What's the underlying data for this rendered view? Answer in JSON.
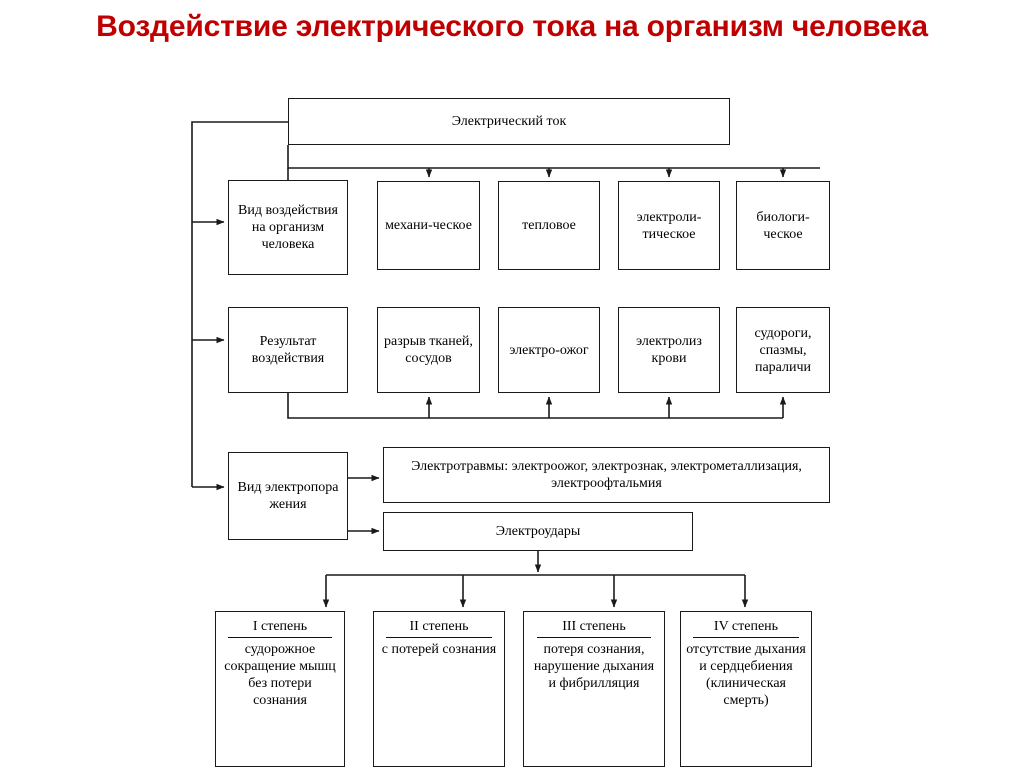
{
  "title": "Воздействие электрического тока на организм человека",
  "title_color": "#C00000",
  "root": {
    "label": "Электрический ток"
  },
  "row_effect": {
    "header": "Вид воздействия на организм человека",
    "items": [
      {
        "label": "механи-ческое"
      },
      {
        "label": "тепловое"
      },
      {
        "label": "электроли-тическое"
      },
      {
        "label": "биологи-ческое"
      }
    ]
  },
  "row_result": {
    "header": "Результат воздействия",
    "items": [
      {
        "label": "разрыв тканей, сосудов"
      },
      {
        "label": "электро-ожог"
      },
      {
        "label": "электролиз крови"
      },
      {
        "label": "судороги, спазмы, параличи"
      }
    ]
  },
  "row_injury": {
    "header": "Вид электропора жения",
    "items": [
      {
        "label": "Электротравмы: электроожог, электрознак, электрометаллизация, электроофтальмия"
      },
      {
        "label": "Электроудары"
      }
    ]
  },
  "degrees": [
    {
      "title": "I степень",
      "body": "судорожное сокращение мышц без потери сознания"
    },
    {
      "title": "II степень",
      "body": "с потерей сознания"
    },
    {
      "title": "III степень",
      "body": "потеря сознания, нарушение дыхания и фибрилляция"
    },
    {
      "title": "IV степень",
      "body": "отсутствие дыхания и сердцебиения (клиническая смерть)"
    }
  ]
}
